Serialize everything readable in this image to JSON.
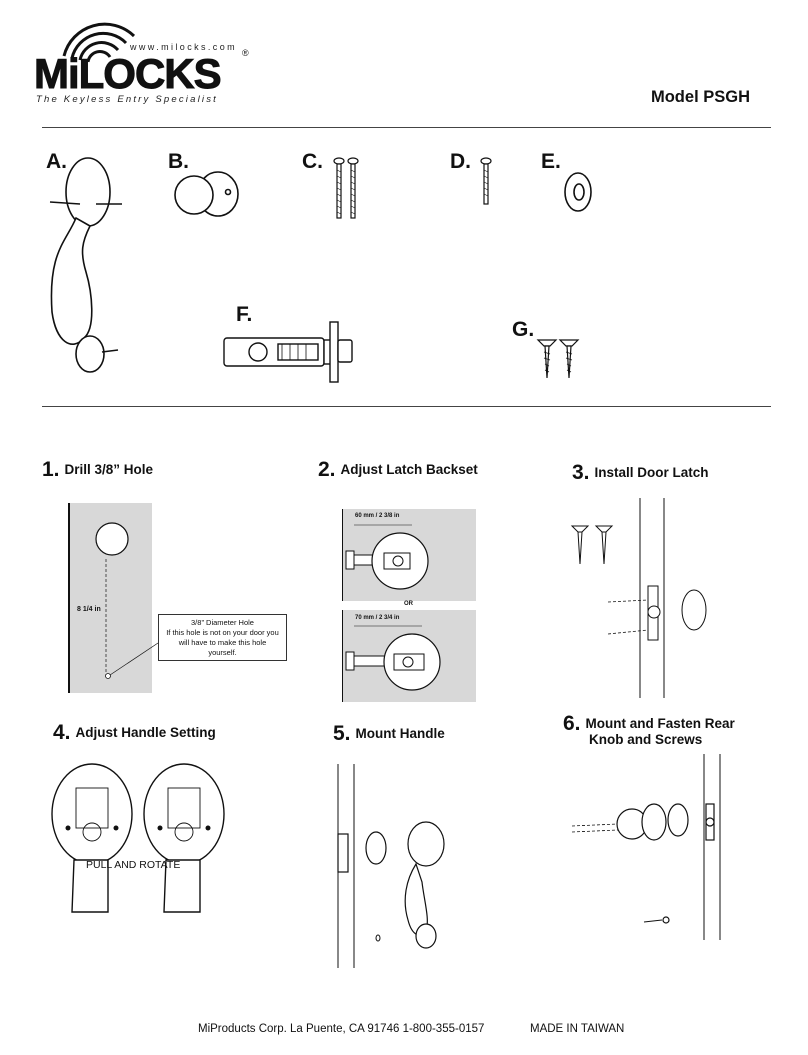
{
  "header": {
    "website": "www.milocks.com",
    "brand": "MiLOCKS",
    "registered": "®",
    "tagline": "The Keyless Entry Specialist",
    "model": "Model PSGH"
  },
  "parts": [
    {
      "letter": "A."
    },
    {
      "letter": "B."
    },
    {
      "letter": "C."
    },
    {
      "letter": "D."
    },
    {
      "letter": "E."
    },
    {
      "letter": "F."
    },
    {
      "letter": "G."
    }
  ],
  "steps": [
    {
      "num": "1.",
      "title": "Drill 3/8” Hole",
      "measure": "8 1/4 in",
      "note_title": "3/8” Diameter Hole",
      "note_body": "If this hole is not on your door you will have to make this hole yourself."
    },
    {
      "num": "2.",
      "title": "Adjust Latch Backset",
      "backset_a": "60 mm / 2 3/8 in",
      "or": "OR",
      "backset_b": "70 mm / 2 3/4 in"
    },
    {
      "num": "3.",
      "title": "Install Door Latch"
    },
    {
      "num": "4.",
      "title": "Adjust Handle Setting",
      "caption": "PULL AND ROTATE"
    },
    {
      "num": "5.",
      "title": "Mount Handle"
    },
    {
      "num": "6.",
      "title_line1": "Mount and Fasten Rear",
      "title_line2": "Knob and Screws"
    }
  ],
  "footer": {
    "company": "MiProducts Corp. La Puente, CA 91746 1-800-355-0157",
    "origin": "MADE IN TAIWAN"
  },
  "colors": {
    "ink": "#111111",
    "door_shade": "#d8d8d8",
    "rule": "#444444"
  }
}
